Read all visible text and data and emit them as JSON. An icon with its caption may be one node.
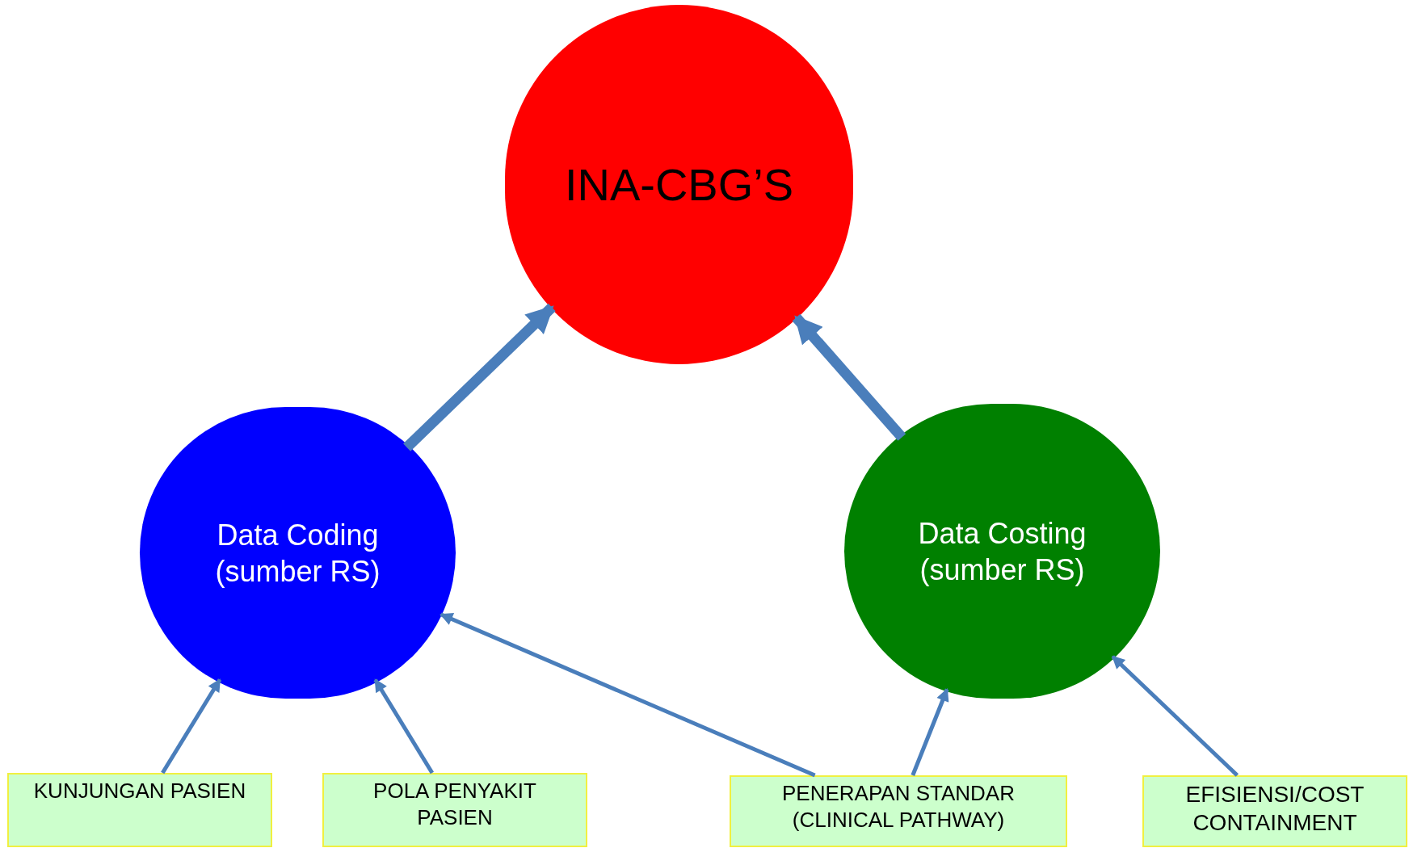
{
  "diagram": {
    "nodes": [
      {
        "text": [
          "INA-CBG’S"
        ]
      },
      {
        "text": [
          "Data Coding (sumber RS)"
        ]
      },
      {
        "text": [
          "Data Costing (sumber RS)"
        ]
      },
      {
        "text": [
          "KUNJUNGAN PASIEN"
        ]
      },
      {
        "text": [
          "POLA PENYAKIT PASIEN"
        ]
      },
      {
        "text": [
          "PENERAPAN STANDAR (CLINICAL PATHWAY)"
        ]
      },
      {
        "text": [
          "EFISIENSI/COST CONTAINMENT"
        ]
      }
    ],
    "edges": [
      {
        "from": 1,
        "to": 0,
        "arrow": "to",
        "style": "thick"
      },
      {
        "from": 2,
        "to": 0,
        "arrow": "to",
        "style": "thick"
      },
      {
        "from": 3,
        "to": 1,
        "arrow": "to"
      },
      {
        "from": 4,
        "to": 1,
        "arrow": "to"
      },
      {
        "from": 5,
        "to": 1,
        "arrow": "to"
      },
      {
        "from": 5,
        "to": 2,
        "arrow": "to"
      },
      {
        "from": 6,
        "to": 2,
        "arrow": "to"
      }
    ]
  }
}
